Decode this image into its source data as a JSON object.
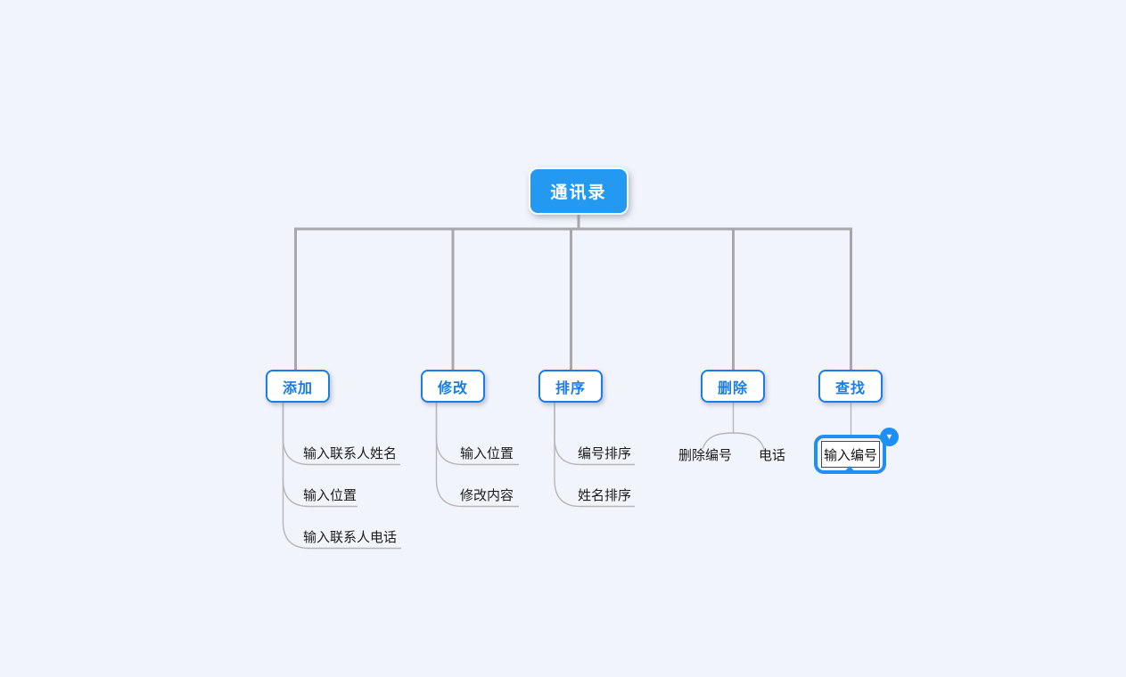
{
  "app": {
    "type": "mind-map-canvas",
    "background_color": "#F2F4FB"
  },
  "palette": {
    "root_fill": "#2499F2",
    "branch_accent": "#1B7CE4",
    "selection_blue": "#1E90F5",
    "connector_gray": "#A8A8AC",
    "branch_line_gray": "#B6B6BA",
    "leaf_text": "#1B1B1B"
  },
  "mindmap": {
    "root": {
      "label": "通讯录"
    },
    "branches": [
      {
        "label": "添加",
        "children": [
          "输入联系人姓名",
          "输入位置",
          "输入联系人电话"
        ]
      },
      {
        "label": "修改",
        "children": [
          "输入位置",
          "修改内容"
        ]
      },
      {
        "label": "排序",
        "children": [
          "编号排序",
          "姓名排序"
        ]
      },
      {
        "label": "删除",
        "children": [
          "删除编号",
          "电话"
        ]
      },
      {
        "label": "查找",
        "children": [
          "输入编号"
        ]
      }
    ],
    "selection": {
      "selected_node": "输入编号",
      "collapse_icon": "▼"
    }
  }
}
